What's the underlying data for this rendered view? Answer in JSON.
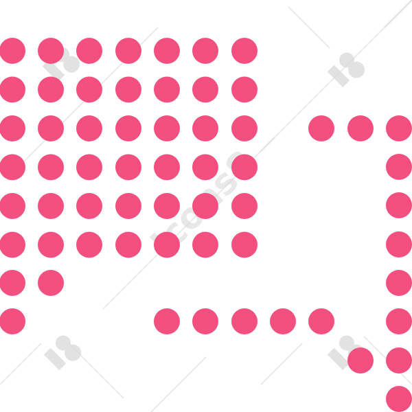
{
  "illustration": {
    "subject": "dot-pattern-illustration",
    "dot_color": "#f4507f",
    "background_color": "#ffffff",
    "watermark_color": "#d9d9d9"
  },
  "watermark": {
    "brand": "Icons8",
    "badge_glyph": "i8"
  }
}
